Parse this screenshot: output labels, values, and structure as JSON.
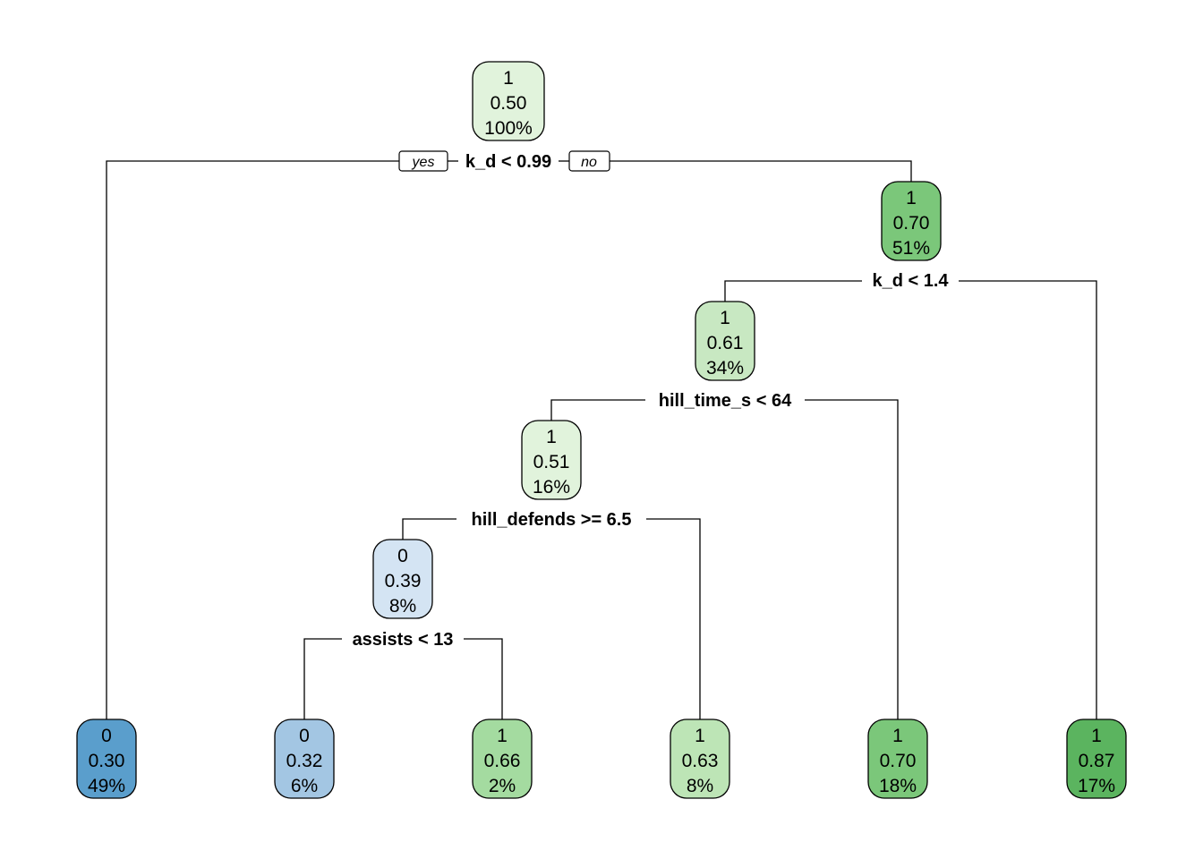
{
  "tree": {
    "yes_label": "yes",
    "no_label": "no",
    "nodes": [
      {
        "id": "n1",
        "class": "1",
        "prob": "0.50",
        "pct": "100%",
        "color": "#e1f3dc",
        "text_color": "#000000"
      },
      {
        "id": "n3",
        "class": "1",
        "prob": "0.70",
        "pct": "51%",
        "color": "#7bc77a",
        "text_color": "#000000"
      },
      {
        "id": "n6",
        "class": "1",
        "prob": "0.61",
        "pct": "34%",
        "color": "#c8e8c2",
        "text_color": "#000000"
      },
      {
        "id": "n12",
        "class": "1",
        "prob": "0.51",
        "pct": "16%",
        "color": "#e1f3dc",
        "text_color": "#000000"
      },
      {
        "id": "n24",
        "class": "0",
        "prob": "0.39",
        "pct": "8%",
        "color": "#d4e4f3",
        "text_color": "#000000"
      },
      {
        "id": "n2",
        "class": "0",
        "prob": "0.30",
        "pct": "49%",
        "color": "#5a9ecc",
        "text_color": "#000000"
      },
      {
        "id": "n48",
        "class": "0",
        "prob": "0.32",
        "pct": "6%",
        "color": "#a3c6e3",
        "text_color": "#000000"
      },
      {
        "id": "n49",
        "class": "1",
        "prob": "0.66",
        "pct": "2%",
        "color": "#a4dba0",
        "text_color": "#000000"
      },
      {
        "id": "n25",
        "class": "1",
        "prob": "0.63",
        "pct": "8%",
        "color": "#bde5b6",
        "text_color": "#000000"
      },
      {
        "id": "n13",
        "class": "1",
        "prob": "0.70",
        "pct": "18%",
        "color": "#7bc77a",
        "text_color": "#000000"
      },
      {
        "id": "n7",
        "class": "1",
        "prob": "0.87",
        "pct": "17%",
        "color": "#5bb45f",
        "text_color": "#000000"
      }
    ],
    "splits": [
      {
        "id": "s1",
        "label": "k_d < 0.99"
      },
      {
        "id": "s3",
        "label": "k_d < 1.4"
      },
      {
        "id": "s6",
        "label": "hill_time_s < 64"
      },
      {
        "id": "s12",
        "label": "hill_defends >= 6.5"
      },
      {
        "id": "s24",
        "label": "assists < 13"
      }
    ]
  }
}
